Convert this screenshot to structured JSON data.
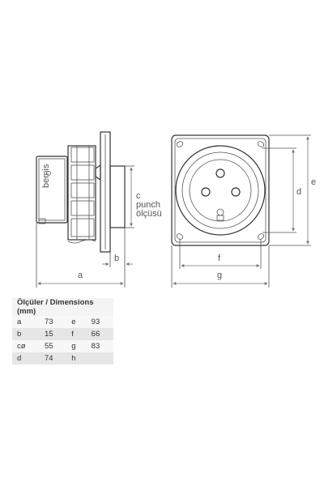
{
  "brand_logo_text": "bemis",
  "labels": {
    "a": "a",
    "b": "b",
    "c_line1": "c",
    "c_line2": "punch",
    "c_line3": "ölçüsü",
    "d": "d",
    "e": "e",
    "f": "f",
    "g": "g"
  },
  "table": {
    "title": "Ölçüler / Dimensions (mm)",
    "rows": [
      {
        "k1": "a",
        "v1": "73",
        "k2": "e",
        "v2": "93"
      },
      {
        "k1": "b",
        "v1": "15",
        "k2": "f",
        "v2": "66"
      },
      {
        "k1": "cø",
        "v1": "55",
        "k2": "g",
        "v2": "83"
      },
      {
        "k1": "d",
        "v1": "74",
        "k2": "h",
        "v2": ""
      }
    ]
  }
}
